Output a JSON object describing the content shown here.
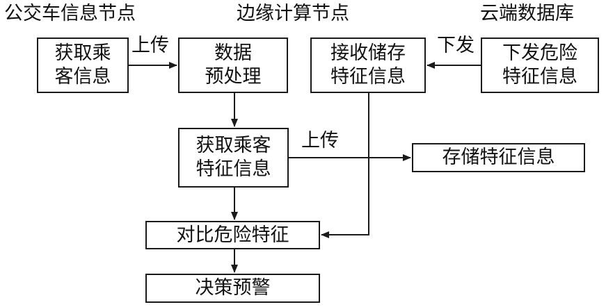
{
  "columns": {
    "bus": "公交车信息节点",
    "edge": "边缘计算节点",
    "cloud": "云端数据库"
  },
  "nodes": {
    "get_passenger_info": "获取乘\n客信息",
    "preprocess": "数据\n预处理",
    "receive_features": "接收储存\n特征信息",
    "issue_danger": "下发危险\n特征信息",
    "get_passenger_features": "获取乘客\n特征信息",
    "store_features": "存储特征信息",
    "compare_danger": "对比危险特征",
    "decision_warning": "决策预警"
  },
  "edge_labels": {
    "upload_1": "上传",
    "issue": "下发",
    "upload_2": "上传"
  }
}
